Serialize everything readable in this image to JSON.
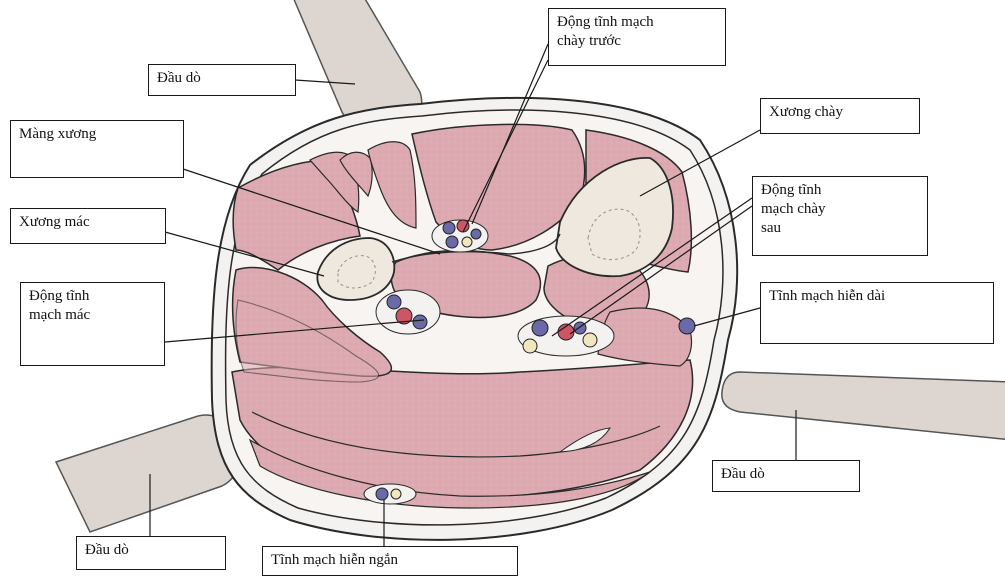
{
  "labels": {
    "probe_top": "Đầu dò",
    "anterior_tibial_vessels": "Động tĩnh mạch\nchày trước",
    "tibia": "Xương chày",
    "periosteum": "Màng xương",
    "posterior_tibial_vessels": "Động tĩnh\nmạch chày\nsau",
    "fibula": "Xương mác",
    "peroneal_vessels": "Động tĩnh\nmạch mác",
    "great_saphenous_vein": "Tĩnh mạch hiễn dài",
    "probe_right": "Đầu dò",
    "probe_bottom_left": "Đầu dò",
    "small_saphenous_vein": "Tĩnh mạch hiễn ngắn"
  },
  "colors": {
    "muscle": "#dcaab0",
    "bone": "#efe8df",
    "skin": "#f4f2f0",
    "probe": "#ddd6d0",
    "artery": "#cc5566",
    "vein": "#6a6aa8",
    "nerve": "#f0e7bf",
    "outline": "#2a2a2a"
  }
}
